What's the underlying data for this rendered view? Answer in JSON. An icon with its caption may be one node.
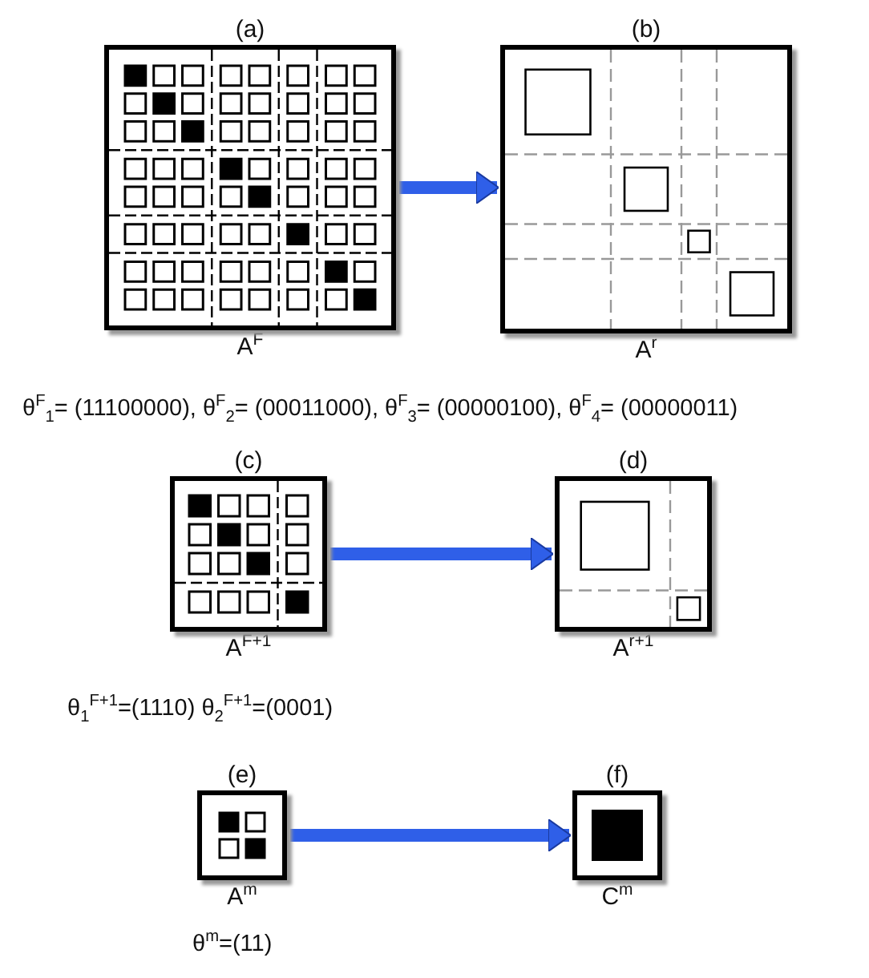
{
  "diagram": {
    "nodes": [
      {
        "text": [
          "(a)"
        ],
        "beside": [
          "A$^{F}$"
        ]
      },
      {
        "text": [
          "(b)"
        ],
        "beside": [
          "A$^{r}$"
        ]
      },
      {
        "text": [
          "(c)"
        ],
        "beside": [
          "A$^{F+1}$"
        ]
      },
      {
        "text": [
          "(d)"
        ],
        "beside": [
          "A$^{r+1}$"
        ]
      },
      {
        "text": [
          "(e)"
        ],
        "beside": [
          "A$^{m}$"
        ]
      },
      {
        "text": [
          "(f)"
        ],
        "beside": [
          "C$^{m}$"
        ]
      }
    ],
    "edges": [
      {
        "from": 0,
        "to": 1,
        "arrow": "to"
      },
      {
        "from": 2,
        "to": 3,
        "arrow": "to"
      },
      {
        "from": 4,
        "to": 5,
        "arrow": "to"
      }
    ],
    "labels": [
      "θ$^{F}$$_{1}$= (11100000), θ$^{F}$$_{2}$= (00011000), θ$^{F}$$_{3}$= (00000100), θ$^{F}$$_{4}$= (00000011)",
      "θ$_{1}$$^{F+1}$=(1110) θ$_{2}$$^{F+1}$=(0001)",
      "θ$^{m}$=(11)"
    ]
  }
}
